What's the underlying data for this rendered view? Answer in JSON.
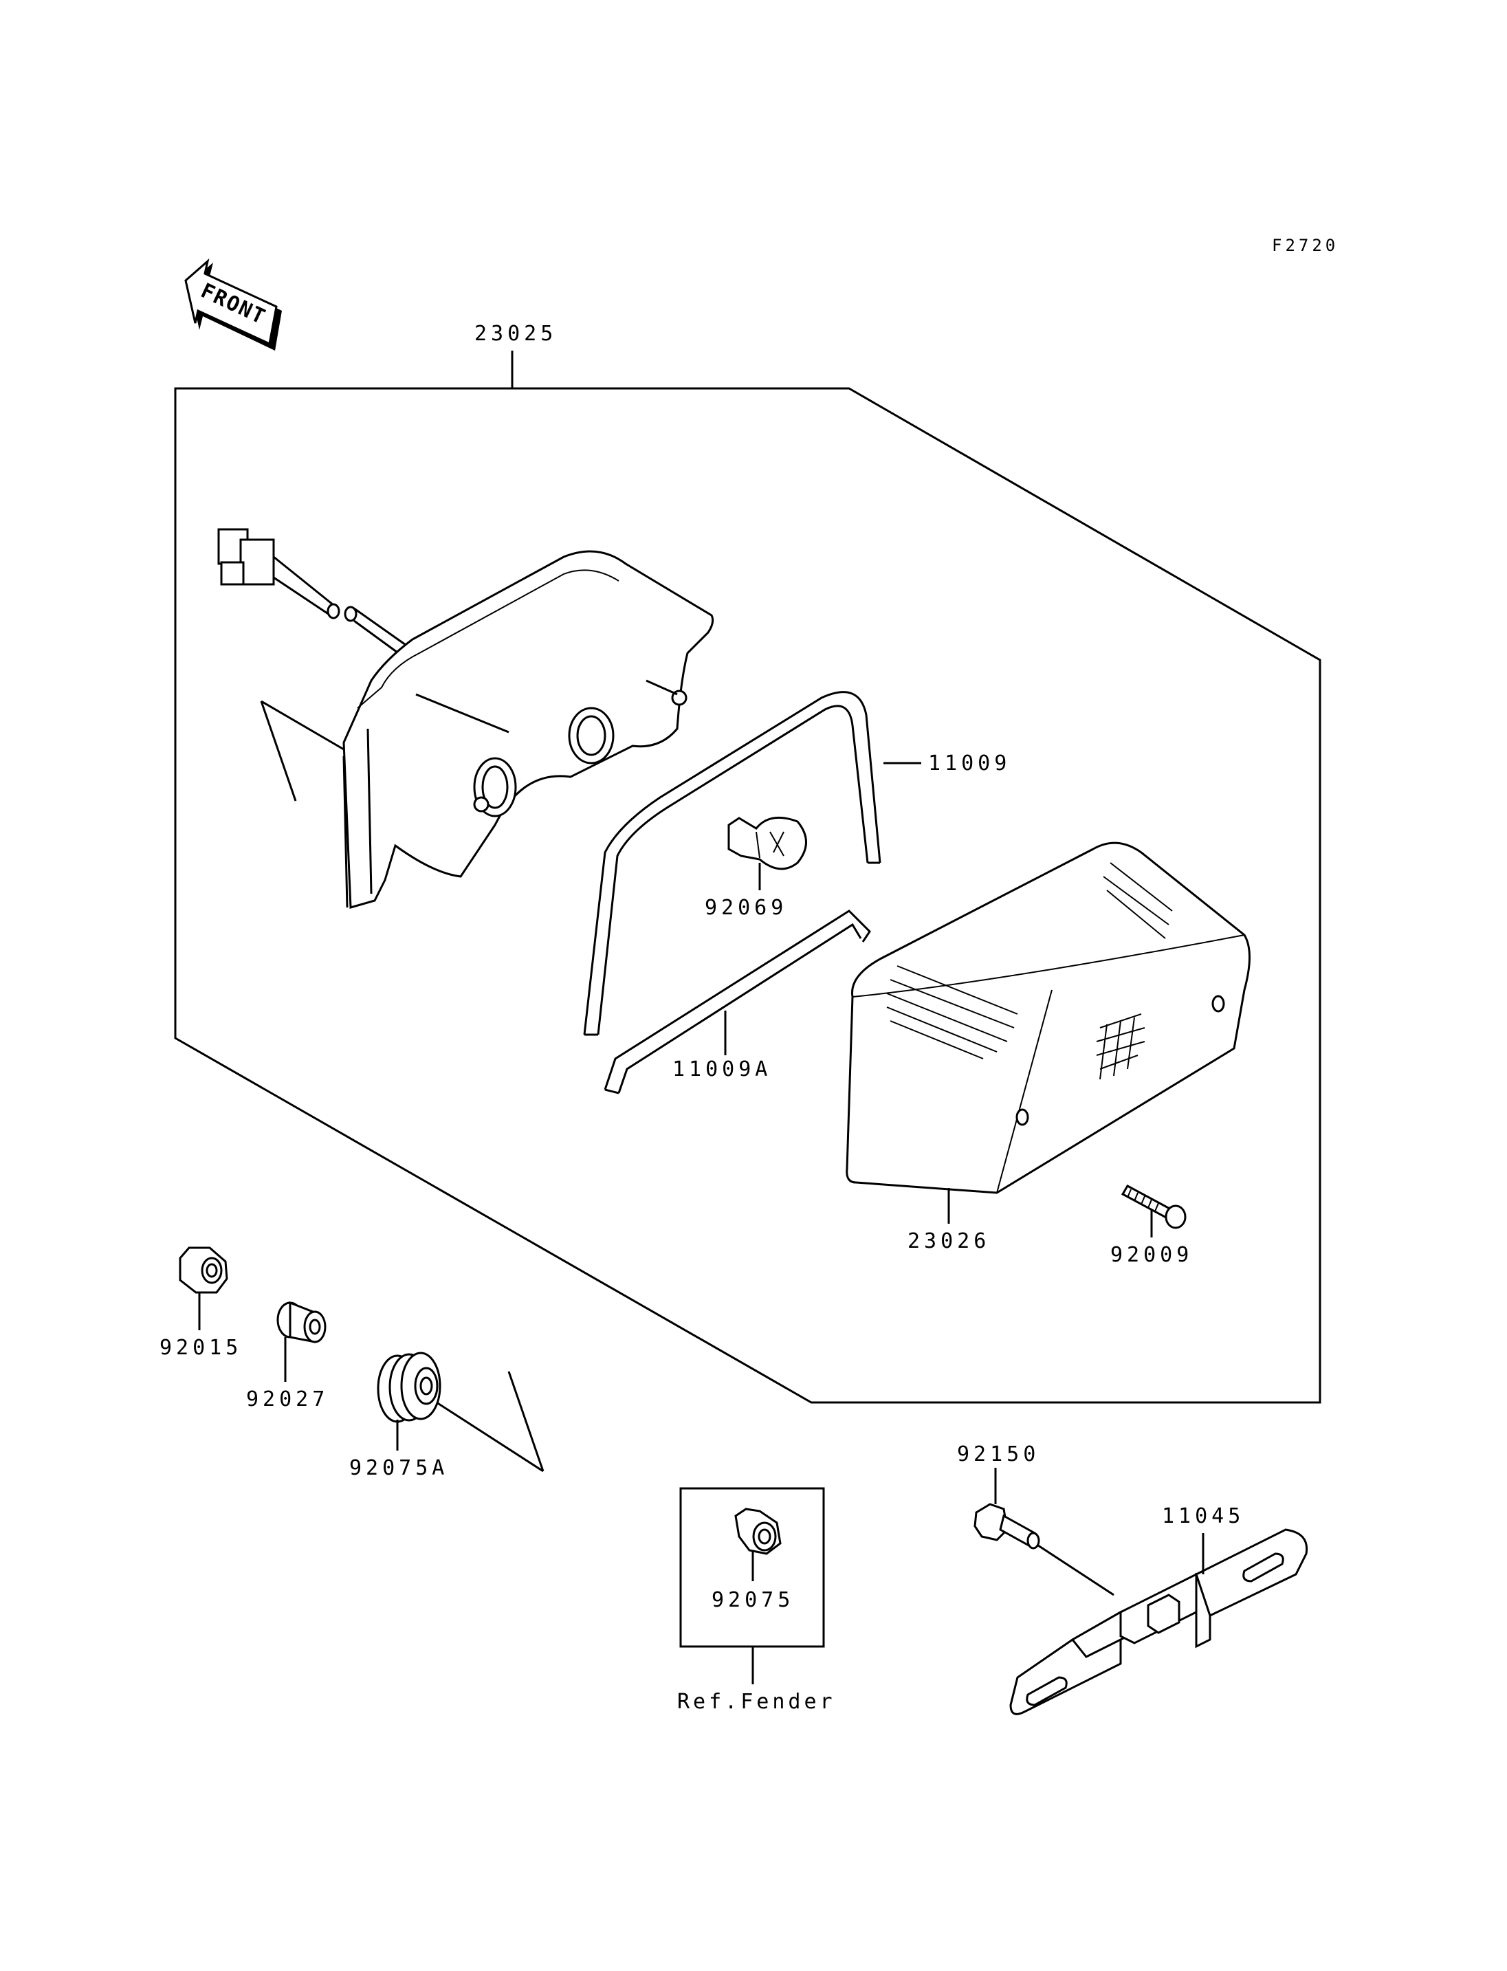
{
  "figure_code": "F2720",
  "direction_arrow": "FRONT",
  "parts": {
    "assembly": "23025",
    "gasket": "11009",
    "gasket_a": "11009A",
    "bulb": "92069",
    "lens": "23026",
    "screw_92009": "92009",
    "nut_92015": "92015",
    "collar_92027": "92027",
    "grommet_92075a": "92075A",
    "grommet_92075": "92075",
    "bolt_92150": "92150",
    "bracket": "11045"
  },
  "reference_note": "Ref.Fender"
}
